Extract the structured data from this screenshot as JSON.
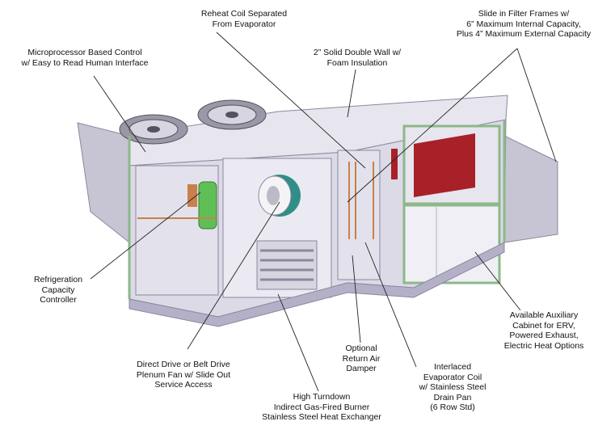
{
  "callouts": [
    {
      "id": "reheat-coil",
      "lines": [
        "Reheat Coil Separated",
        "From Evaporator"
      ]
    },
    {
      "id": "filter-frames",
      "lines": [
        "Slide in Filter Frames w/",
        "6” Maximum Internal Capacity,",
        "Plus 4” Maximum External Capacity"
      ]
    },
    {
      "id": "microprocessor-control",
      "lines": [
        "Microprocessor Based Control",
        "w/ Easy to Read Human Interface"
      ]
    },
    {
      "id": "double-wall",
      "lines": [
        "2” Solid Double Wall w/",
        "Foam Insulation"
      ]
    },
    {
      "id": "refrigeration-capacity",
      "lines": [
        "Refrigeration",
        "Capacity",
        "Controller"
      ]
    },
    {
      "id": "auxiliary-cabinet",
      "lines": [
        "Available Auxiliary",
        "Cabinet for ERV,",
        "Powered Exhaust,",
        "Electric Heat Options"
      ]
    },
    {
      "id": "return-air-damper",
      "lines": [
        "Optional",
        "Return Air",
        "Damper"
      ]
    },
    {
      "id": "plenum-fan",
      "lines": [
        "Direct Drive or Belt Drive",
        "Plenum Fan w/ Slide Out",
        "Service Access"
      ]
    },
    {
      "id": "evaporator-coil",
      "lines": [
        "Interlaced",
        "Evaporator Coil",
        "w/ Stainless Steel",
        "Drain Pan",
        "(6 Row Std)"
      ]
    },
    {
      "id": "gas-burner",
      "lines": [
        "High Turndown",
        "Indirect Gas-Fired Burner",
        "Stainless Steel Heat Exchanger"
      ]
    }
  ],
  "colors": {
    "cabinet": "#dcdae6",
    "cabinet_dark": "#b4b0c8",
    "frame_green": "#8cb88a",
    "filter_red": "#a82028",
    "fan_teal": "#2f8f86",
    "coil_copper": "#c8814a",
    "leader": "#222222"
  }
}
